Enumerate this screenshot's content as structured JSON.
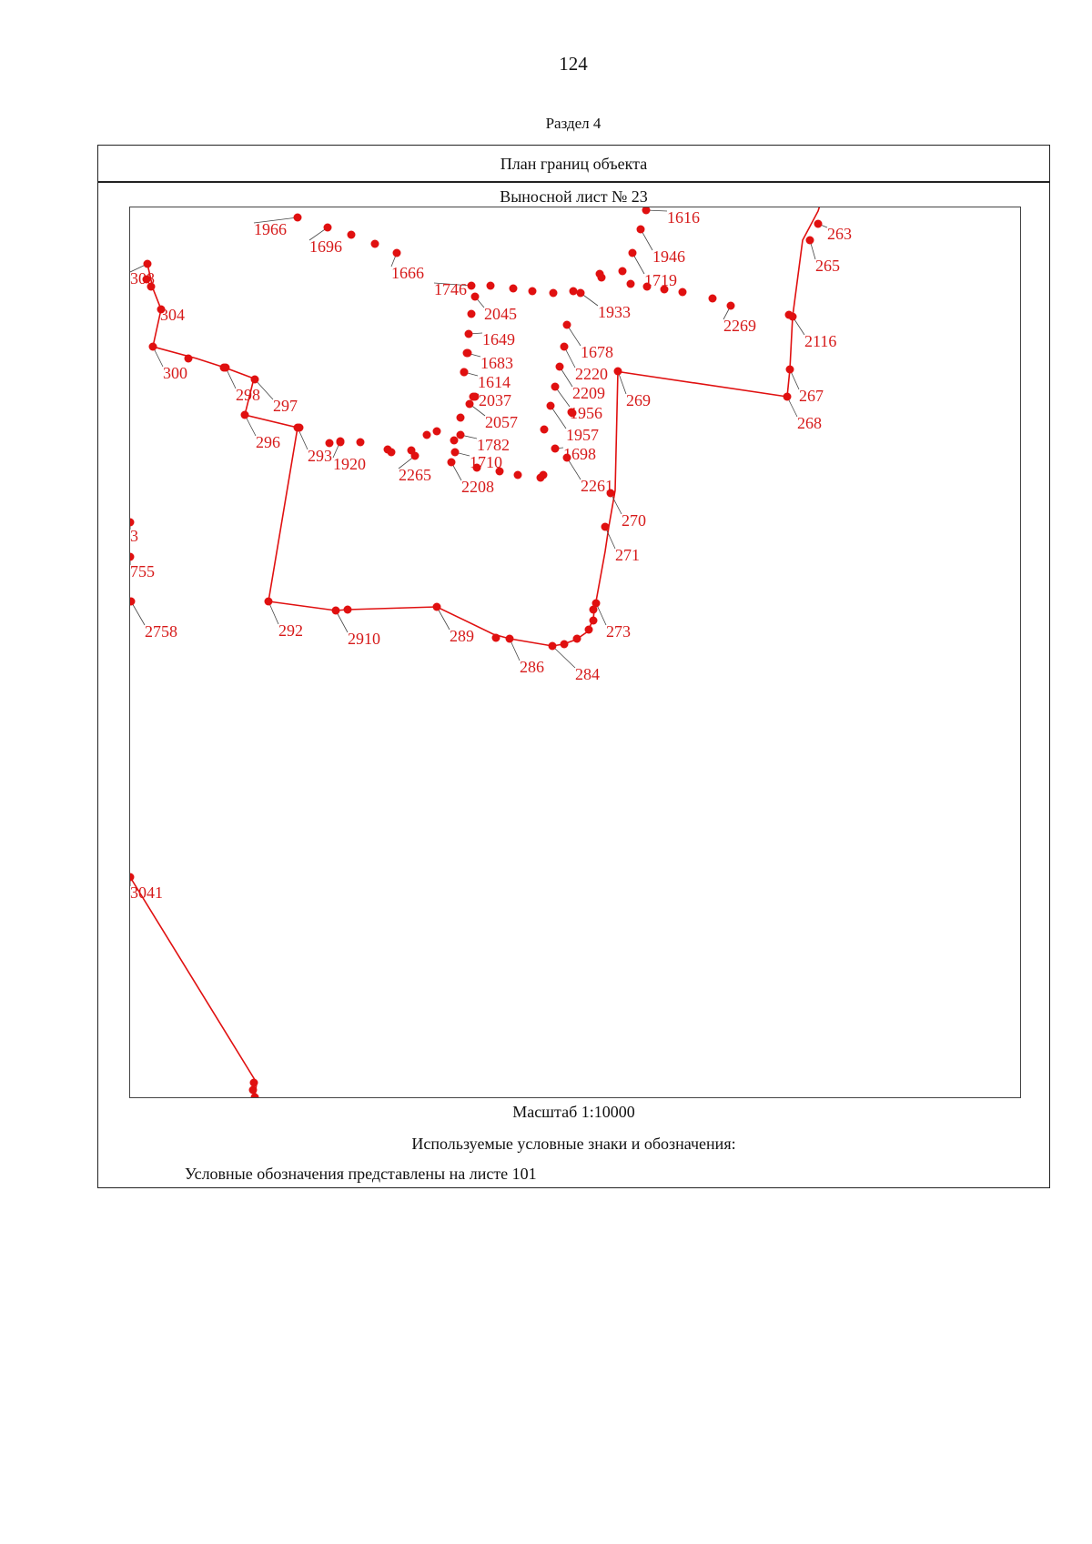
{
  "page_number": "124",
  "section_title": "Раздел 4",
  "frame": {
    "title": "План границ объекта",
    "sheet_title": "Выносной лист № 23",
    "scale": "Масштаб 1:10000",
    "legend_heading": "Используемые условные знаки и обозначения:",
    "legend_note": "Условные обозначения представлены на листе 101"
  },
  "map": {
    "line_color": "#e01010",
    "point_color": "#e01010",
    "label_color": "#d61a1a",
    "point_labels": [
      "1966",
      "1696",
      "1666",
      "1746",
      "2045",
      "1933",
      "2269",
      "1946",
      "1719",
      "1616",
      "263",
      "265",
      "2116",
      "267",
      "268",
      "269",
      "1678",
      "2220",
      "2209",
      "1956",
      "1957",
      "1698",
      "2261",
      "270",
      "271",
      "273",
      "284",
      "286",
      "289",
      "2910",
      "292",
      "296",
      "297",
      "298",
      "300",
      "304",
      "308",
      "293",
      "1920",
      "2265",
      "2208",
      "1710",
      "1782",
      "2057",
      "2037",
      "1614",
      "1683",
      "1649",
      "3",
      "755",
      "2758",
      "3041"
    ]
  }
}
